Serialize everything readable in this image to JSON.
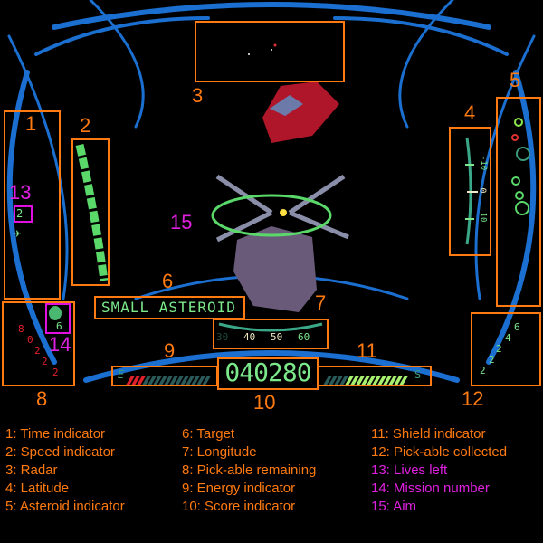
{
  "hud": {
    "target": "SMALL ASTEROID",
    "longitude_ticks": [
      "30",
      "40",
      "50",
      "60"
    ],
    "latitude_ticks": [
      "-10",
      "0",
      "10"
    ],
    "score": "040280",
    "energy_label": "E",
    "shield_label": "S",
    "lives": "2",
    "mission": "6",
    "pickables_remaining": [
      "8",
      "0",
      "2",
      "2",
      "2"
    ],
    "pickables_collected": [
      "6",
      "4",
      "2",
      "2",
      "2"
    ],
    "energy_fraction": 0.2,
    "shield_fraction": 0.75
  },
  "callouts": [
    "1",
    "2",
    "3",
    "4",
    "5",
    "6",
    "7",
    "8",
    "9",
    "10",
    "11",
    "12",
    "13",
    "14",
    "15"
  ],
  "legend": [
    "1: Time indicator",
    "2: Speed indicator",
    "3: Radar",
    "4: Latitude",
    "5: Asteroid indicator",
    "6: Target",
    "7: Longitude",
    "8: Pick-able remaining",
    "9: Energy indicator",
    "10: Score indicator",
    "11: Shield indicator",
    "12: Pick-able collected",
    "13: Lives left",
    "14: Mission number",
    "15: Aim"
  ],
  "colors": {
    "annotation": "#ff7a10",
    "highlight": "#e020e0",
    "hud_green": "#7be88a",
    "cockpit_blue": "#1a6fd0"
  }
}
